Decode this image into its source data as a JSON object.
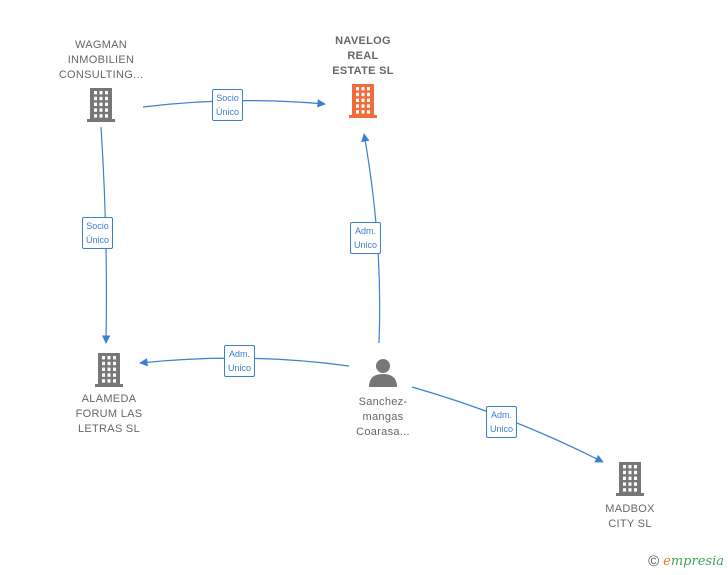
{
  "nodes": [
    {
      "id": "wagman",
      "lines": [
        "WAGMAN",
        "INMOBILIEN",
        "CONSULTING..."
      ],
      "type": "company",
      "color": "#777777"
    },
    {
      "id": "navelog",
      "lines": [
        "NAVELOG",
        "REAL",
        "ESTATE  SL"
      ],
      "type": "company",
      "color": "#f26b3a",
      "highlight": true
    },
    {
      "id": "alameda",
      "lines": [
        "ALAMEDA",
        "FORUM LAS",
        "LETRAS  SL"
      ],
      "type": "company",
      "color": "#777777"
    },
    {
      "id": "sanchez",
      "lines": [
        "Sanchez-",
        "mangas",
        "Coarasa..."
      ],
      "type": "person",
      "color": "#777777"
    },
    {
      "id": "madbox",
      "lines": [
        "MADBOX",
        "CITY  SL"
      ],
      "type": "company",
      "color": "#777777"
    }
  ],
  "edges": [
    {
      "from": "wagman",
      "to": "navelog",
      "label": [
        "Socio",
        "Único"
      ]
    },
    {
      "from": "wagman",
      "to": "alameda",
      "label": [
        "Socio",
        "Único"
      ]
    },
    {
      "from": "sanchez",
      "to": "navelog",
      "label": [
        "Adm.",
        "Unico"
      ]
    },
    {
      "from": "sanchez",
      "to": "alameda",
      "label": [
        "Adm.",
        "Unico"
      ]
    },
    {
      "from": "sanchez",
      "to": "madbox",
      "label": [
        "Adm.",
        "Unico"
      ]
    }
  ],
  "colors": {
    "edge": "#3b7fd0"
  },
  "brand": {
    "copyright": "©",
    "name_initial": "e",
    "name_rest": "mpresia"
  }
}
